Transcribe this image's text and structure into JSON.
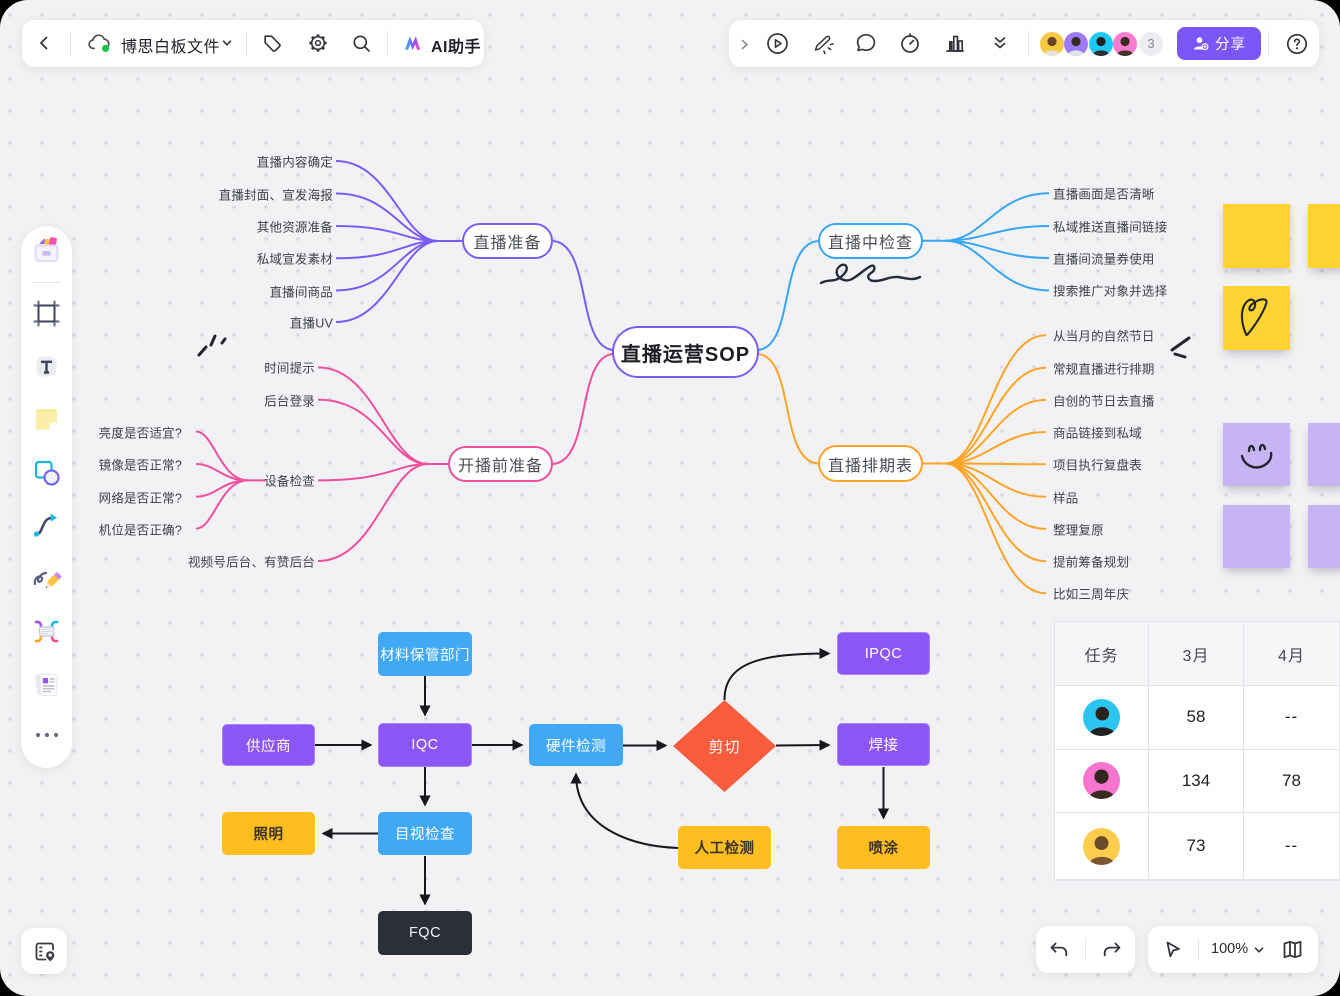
{
  "header": {
    "left": {
      "title": "博思白板文件",
      "ai_label": "AI助手",
      "icons": [
        "back-chevron",
        "cloud-sync",
        "title-caret",
        "tag",
        "settings-gear",
        "search",
        "ai-logo"
      ]
    },
    "right": {
      "icons": [
        "expand-chevron",
        "play-presentation",
        "laser-pointer",
        "comment-bubble",
        "timer",
        "chart-stats",
        "collapse-double-chevron",
        "help"
      ],
      "collaborator_avatars": [
        {
          "bg": "#F7C945",
          "name": "collaborator-1"
        },
        {
          "bg": "#9D7BF5",
          "name": "collaborator-2"
        },
        {
          "bg": "#1FC9F7",
          "name": "collaborator-3"
        },
        {
          "bg": "#FA7CD0",
          "name": "collaborator-4"
        }
      ],
      "collaborator_overflow_count": "3",
      "share_label": "分享"
    }
  },
  "left_toolbar": {
    "icons": [
      "templates",
      "frame",
      "text",
      "sticky-note",
      "shapes",
      "connector",
      "pen",
      "mindmap",
      "documents",
      "more-ellipsis"
    ]
  },
  "bottom_bar": {
    "left_icons": [
      "minimap"
    ],
    "undo_redo": [
      "undo",
      "redo"
    ],
    "zoom_value": "100%",
    "right_icons": [
      "cursor",
      "zoom-caret",
      "pages-map"
    ]
  },
  "mindmap": {
    "root": {
      "text": "直播运营SOP",
      "color": "#7C5CF6"
    },
    "branches": [
      {
        "label": "直播准备",
        "color": "#7C5CF6",
        "leaves": [
          "直播内容确定",
          "直播封面、宣发海报",
          "其他资源准备",
          "私域宣发素材",
          "直播间商品",
          "直播UV"
        ]
      },
      {
        "label": "开播前准备",
        "color": "#F0509E",
        "leaves": [
          "时间提示",
          "后台登录",
          "设备检查",
          "视频号后台、有赞后台"
        ],
        "subleaves": [
          "亮度是否适宜?",
          "镜像是否正常?",
          "网络是否正常?",
          "机位是否正确?"
        ]
      },
      {
        "label": "直播中检查",
        "color": "#38A6F5",
        "leaves": [
          "直播画面是否清晰",
          "私域推送直播间链接",
          "直播间流量券使用",
          "搜索推广对象并选择"
        ]
      },
      {
        "label": "直播排期表",
        "color": "#FFA428",
        "leaves": [
          "从当月的自然节日",
          "常规直播进行排期",
          "自创的节日去直播",
          "商品链接到私域",
          "项目执行复盘表",
          "样品",
          "整理复原",
          "提前筹备规划",
          "比如三周年庆"
        ]
      }
    ],
    "doodles": [
      "spark-left",
      "scribble-loops",
      "spark-right"
    ]
  },
  "flowchart": {
    "nodes": [
      {
        "label": "材料保管部门",
        "color": "blue"
      },
      {
        "label": "供应商",
        "color": "purple"
      },
      {
        "label": "IQC",
        "color": "purple"
      },
      {
        "label": "硬件检测",
        "color": "blue"
      },
      {
        "label": "剪切",
        "color": "red-diamond"
      },
      {
        "label": "IPQC",
        "color": "purple"
      },
      {
        "label": "焊接",
        "color": "purple"
      },
      {
        "label": "喷涂",
        "color": "yellow"
      },
      {
        "label": "照明",
        "color": "yellow"
      },
      {
        "label": "目视检查",
        "color": "blue"
      },
      {
        "label": "人工检测",
        "color": "yellow"
      },
      {
        "label": "FQC",
        "color": "dark"
      }
    ],
    "edges": [
      [
        "材料保管部门",
        "IQC"
      ],
      [
        "供应商",
        "IQC"
      ],
      [
        "IQC",
        "硬件检测"
      ],
      [
        "硬件检测",
        "剪切"
      ],
      [
        "剪切",
        "IPQC"
      ],
      [
        "剪切",
        "焊接"
      ],
      [
        "焊接",
        "喷涂"
      ],
      [
        "IQC",
        "目视检查"
      ],
      [
        "目视检查",
        "照明"
      ],
      [
        "目视检查",
        "FQC"
      ],
      [
        "人工检测",
        "硬件检测"
      ]
    ]
  },
  "table": {
    "headers": [
      "任务",
      "3月",
      "4月"
    ],
    "rows": [
      {
        "avatar_bg": "#2BC5F0",
        "values": [
          "58",
          "--"
        ]
      },
      {
        "avatar_bg": "#F775CE",
        "values": [
          "134",
          "78"
        ]
      },
      {
        "avatar_bg": "#FFCC4D",
        "values": [
          "73",
          "--"
        ]
      }
    ]
  },
  "stickies": [
    {
      "color": "#FFD334",
      "doodle": ""
    },
    {
      "color": "#FFD334",
      "doodle": ""
    },
    {
      "color": "#FFD334",
      "doodle": "heart"
    },
    {
      "color": "#C7B4F3",
      "doodle": "smiley"
    },
    {
      "color": "#C7B4F3",
      "doodle": ""
    },
    {
      "color": "#C7B4F3",
      "doodle": ""
    },
    {
      "color": "#C7B4F3",
      "doodle": ""
    }
  ]
}
